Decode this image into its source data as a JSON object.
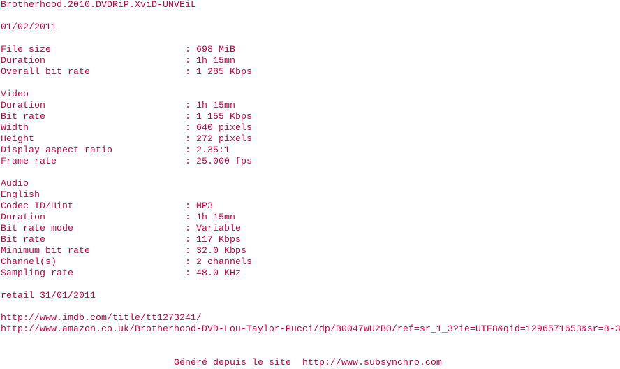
{
  "title": "Brotherhood.2010.DVDRiP.XviD-UNVEiL",
  "date": "01/02/2011",
  "general": [
    {
      "label": "File size",
      "value": ": 698 MiB"
    },
    {
      "label": "Duration",
      "value": ": 1h 15mn"
    },
    {
      "label": "Overall bit rate",
      "value": ": 1 285 Kbps"
    }
  ],
  "video": {
    "heading": "Video",
    "rows": [
      {
        "label": "Duration",
        "value": ": 1h 15mn"
      },
      {
        "label": "Bit rate",
        "value": ": 1 155 Kbps"
      },
      {
        "label": "Width",
        "value": ": 640 pixels"
      },
      {
        "label": "Height",
        "value": ": 272 pixels"
      },
      {
        "label": "Display aspect ratio",
        "value": ": 2.35:1"
      },
      {
        "label": "Frame rate",
        "value": ": 25.000 fps"
      }
    ]
  },
  "audio": {
    "heading": "Audio",
    "language": "English",
    "rows": [
      {
        "label": "Codec ID/Hint",
        "value": ": MP3"
      },
      {
        "label": "Duration",
        "value": ": 1h 15mn"
      },
      {
        "label": "Bit rate mode",
        "value": ": Variable"
      },
      {
        "label": "Bit rate",
        "value": ": 117 Kbps"
      },
      {
        "label": "Minimum bit rate",
        "value": ": 32.0 Kbps"
      },
      {
        "label": "Channel(s)",
        "value": ": 2 channels"
      },
      {
        "label": "Sampling rate",
        "value": ": 48.0 KHz"
      }
    ]
  },
  "retail": "retail 31/01/2011",
  "links": [
    "http://www.imdb.com/title/tt1273241/",
    "http://www.amazon.co.uk/Brotherhood-DVD-Lou-Taylor-Pucci/dp/B0047WU2BO/ref=sr_1_3?ie=UTF8&qid=1296571653&sr=8-3"
  ],
  "footer": {
    "text": "Généré depuis le site",
    "url": "http://www.subsynchro.com"
  }
}
